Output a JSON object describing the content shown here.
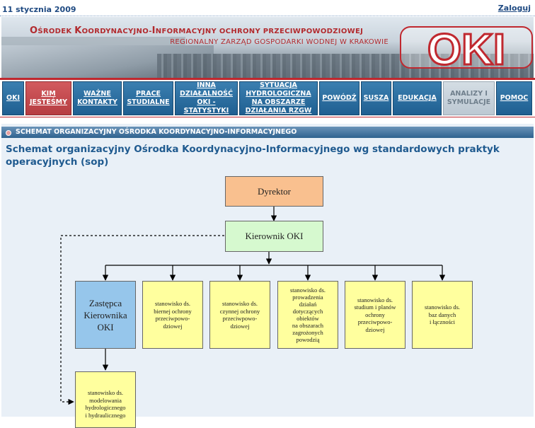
{
  "header": {
    "date": "11 stycznia 2009",
    "login_label": "Zaloguj",
    "title_line1_a": "O",
    "title_line1_b": "ŚRODEK ",
    "title_line1_c": "K",
    "title_line1_d": "OORDYNACYJNO-",
    "title_line1_e": "I",
    "title_line1_f": "NFORMACYJNY OCHRONY PRZECIWPOWODZIOWEJ",
    "title_line2": "REGIONALNY ZARZĄD GOSPODARKI WODNEJ W KRAKOWIE",
    "logo_text": "OKI"
  },
  "nav": {
    "items": [
      {
        "label": "OKI"
      },
      {
        "label": "KIM JESTEŚMY"
      },
      {
        "label": "WAŻNE KONTAKTY"
      },
      {
        "label": "PRACE STUDIALNE"
      },
      {
        "label": "INNA DZIAŁALNOŚĆ OKI - STATYSTYKI"
      },
      {
        "label": "SYTUACJA HYDROLOGICZNA NA OBSZARZE DZIAŁANIA RZGW"
      },
      {
        "label": "POWÓDŹ"
      },
      {
        "label": "SUSZA"
      },
      {
        "label": "EDUKACJA"
      },
      {
        "label": "ANALIZY I SYMULACJE"
      },
      {
        "label": "POMOC"
      }
    ]
  },
  "section": {
    "bar_label": "SCHEMAT ORGANIZACYJNY OŚRODKA KOORDYNACYJNO-INFORMACYJNEGO",
    "heading": "Schemat organizacyjny Ośrodka Koordynacyjno-Informacyjnego wg standardowych praktyk operacyjnych (sop)"
  },
  "orgchart": {
    "director": "Dyrektor",
    "manager": "Kierownik OKI",
    "deputy": "Zastępca\nKierownika\nOKI",
    "posts": [
      "stanowisko ds.\nbiernej ochrony\nprzeciwpowo-\ndziowej",
      "stanowisko ds.\nczynnej ochrony\nprzeciwpowo-\ndziowej",
      "stanowisko ds.\nprowadzenia\ndziałań\ndotyczących\nobiektów\nna obszarach\nzagrożonych\npowodzią",
      "stanowisko ds.\nstudium i planów\nochrony\nprzeciwpowo-\ndziowej",
      "stanowisko ds.\nbaz danych\ni łączności"
    ],
    "bottom_post": "stanowisko ds.\nmodelowania\nhydrologicznego\ni hydraulicznego"
  }
}
